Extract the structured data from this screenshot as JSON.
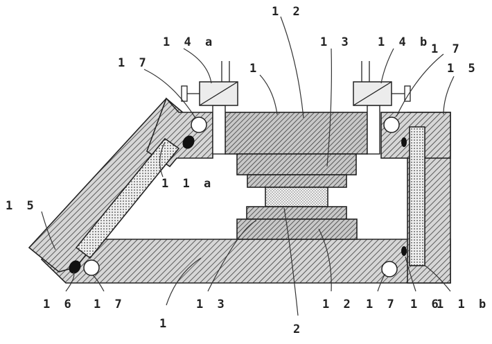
{
  "figure": {
    "labels": {
      "l1_top": "1",
      "l1_bottom": "1",
      "l2": "2",
      "l11a": "1 1 a",
      "l11b": "1 1 b",
      "l12_top": "1 2",
      "l12_bottom": "1 2",
      "l13_top": "1 3",
      "l13_bottom": "1 3",
      "l14a": "1 4 a",
      "l14b": "1 4 b",
      "l15_left": "1 5",
      "l15_right": "1 5",
      "l16_left": "1 6",
      "l16_right": "1 6",
      "l17_topleft": "1 7",
      "l17_topright": "1 7",
      "l17_bottomleft": "1 7",
      "l17_bottomright": "1 7"
    },
    "colors": {
      "hatch": "#333333",
      "fill": "#cfcfcf",
      "dots": "#444444",
      "sensor": "#111111"
    }
  }
}
